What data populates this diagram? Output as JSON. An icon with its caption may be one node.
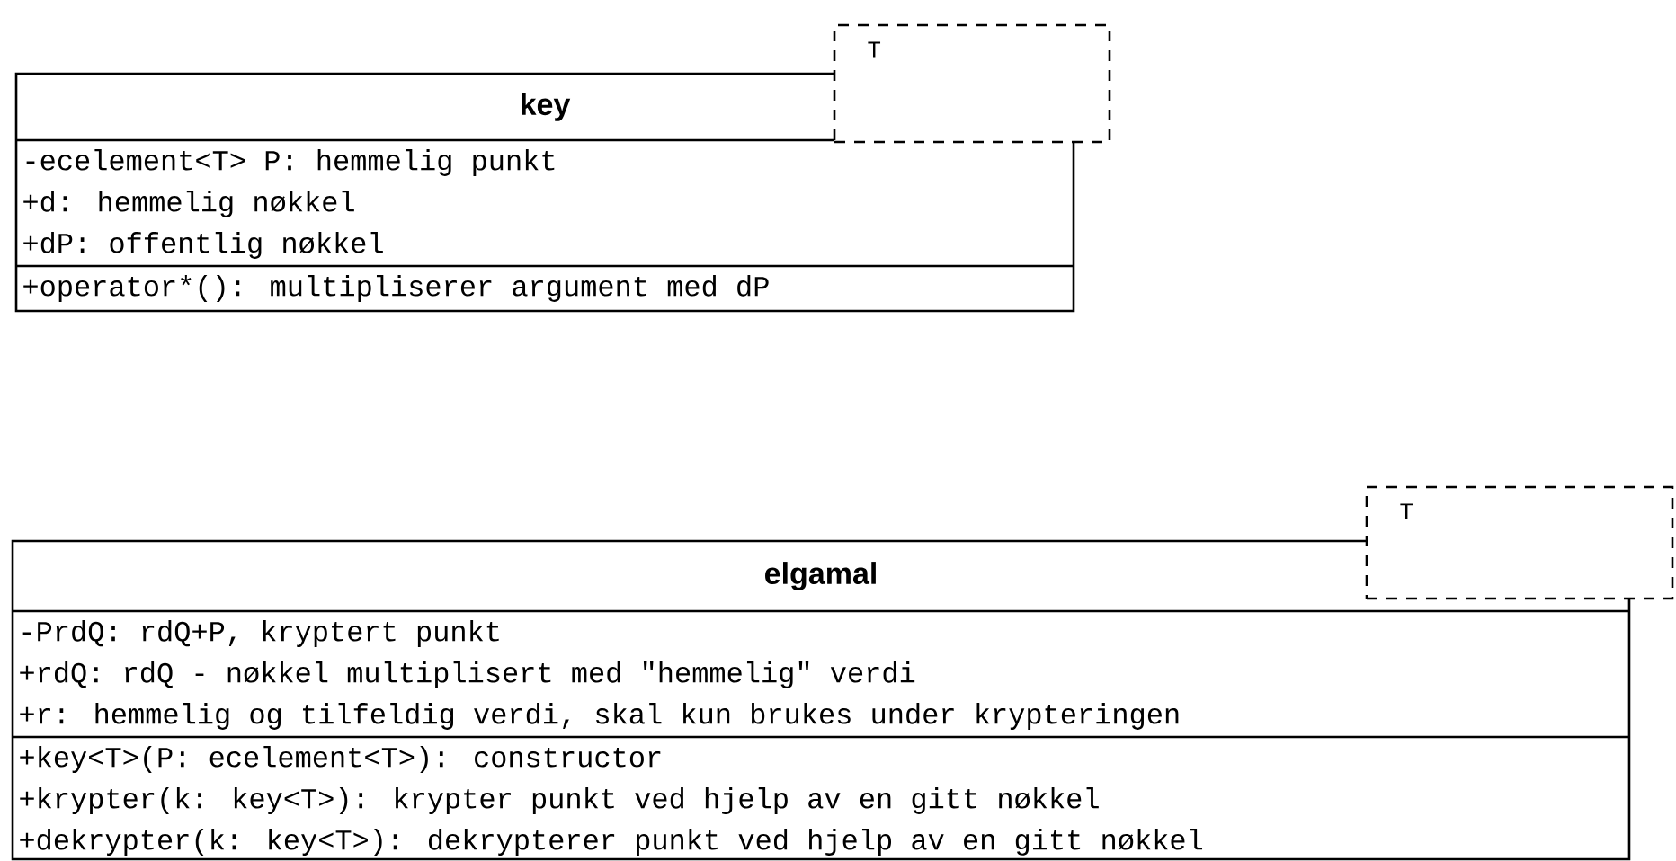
{
  "diagram": {
    "nodes": [
      {
        "text": [
          "key",
          "-ecelement<T> P: hemmelig punkt",
          "+d: hemmelig nøkkel",
          "+dP: offentlig nøkkel",
          "+operator*(): multipliserer argument med dP"
        ]
      },
      {
        "text": [
          "T"
        ]
      },
      {
        "text": [
          "elgamal",
          "-PrdQ: rdQ+P, kryptert punkt",
          "+rdQ: rdQ - nøkkel multiplisert med \"hemmelig\" verdi",
          "+r: hemmelig og tilfeldig verdi, skal kun brukes under krypteringen",
          "+key<T>(P: ecelement<T>): constructor",
          "+krypter(k: key<T>): krypter punkt ved hjelp av en gitt nøkkel",
          "+dekrypter(k: key<T>): dekrypterer punkt ved hjelp av en gitt nøkkel"
        ]
      },
      {
        "text": [
          "T"
        ]
      }
    ]
  }
}
